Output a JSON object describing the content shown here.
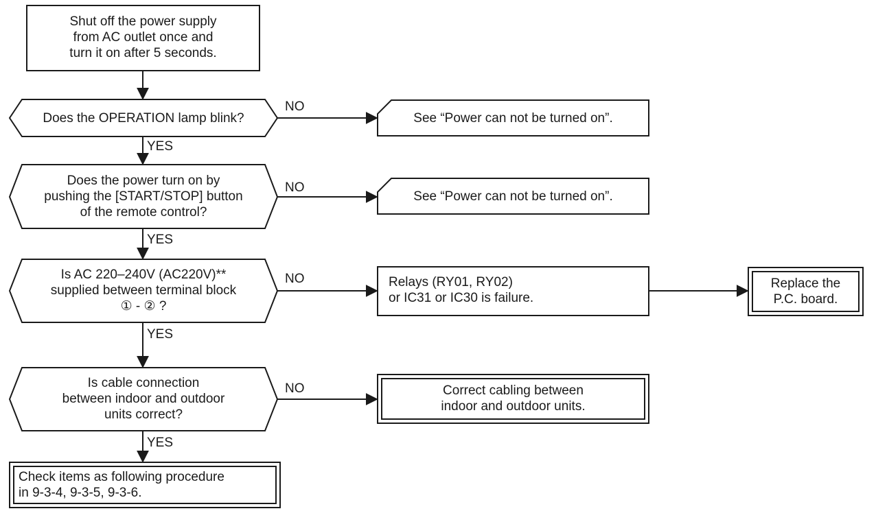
{
  "start_box": {
    "lines": [
      "Shut off the power supply",
      "from AC outlet once and",
      "turn it on after 5 seconds."
    ]
  },
  "decisions": [
    {
      "lines": [
        "Does the OPERATION lamp blink?"
      ],
      "no_label": "NO",
      "yes_label": "YES"
    },
    {
      "lines": [
        "Does the power turn on by",
        "pushing the [START/STOP] button",
        "of the remote control?"
      ],
      "no_label": "NO",
      "yes_label": "YES"
    },
    {
      "lines": [
        "Is AC 220–240V (AC220V)**",
        "supplied between terminal block",
        "① - ② ?"
      ],
      "no_label": "NO",
      "yes_label": "YES"
    },
    {
      "lines": [
        "Is cable connection",
        "between indoor and outdoor",
        "units correct?"
      ],
      "no_label": "NO",
      "yes_label": "YES"
    }
  ],
  "outcomes": {
    "see_power_1": "See “Power can not be turned on”.",
    "see_power_2": "See “Power can not be turned on”.",
    "relays_failure": [
      "Relays (RY01, RY02)",
      "or IC31 or IC30 is failure."
    ],
    "replace_board": [
      "Replace the",
      "P.C. board."
    ],
    "correct_cabling": [
      "Correct cabling between",
      "indoor and outdoor units."
    ],
    "check_items": [
      "Check items as following procedure",
      "in 9-3-4, 9-3-5, 9-3-6."
    ]
  }
}
